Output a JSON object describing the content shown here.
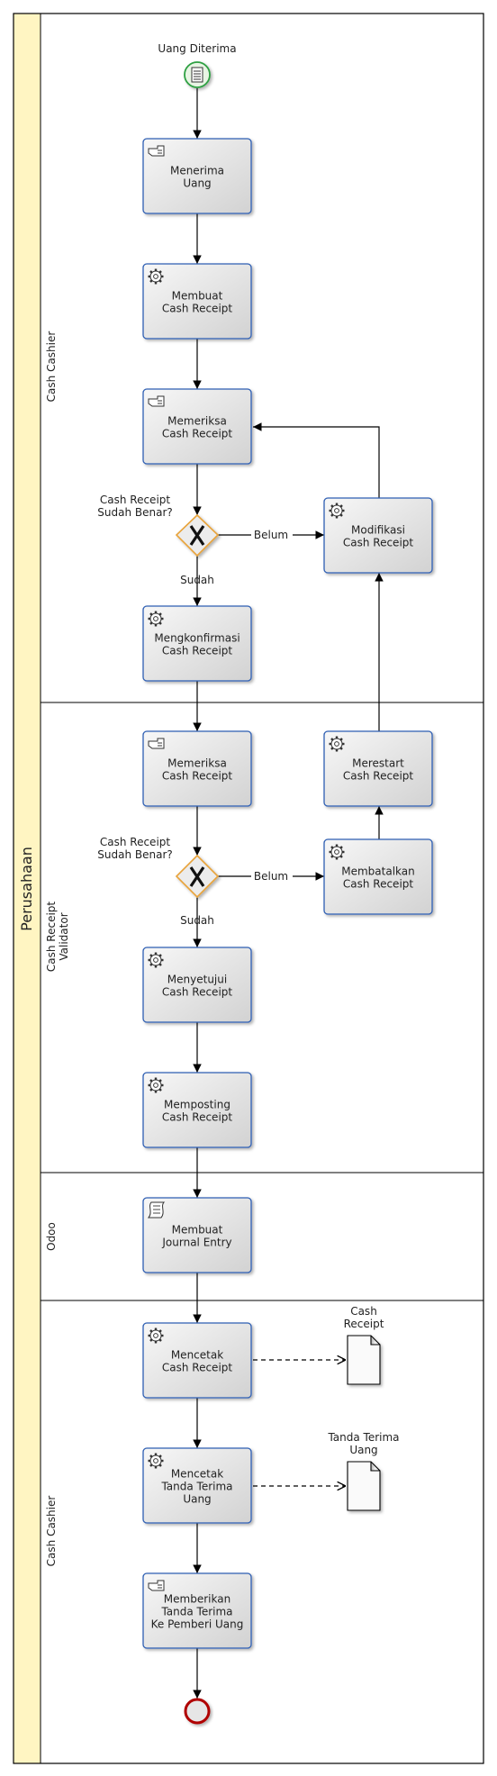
{
  "pool": {
    "title": "Perusahaan",
    "header_color": "#fff5c2"
  },
  "lanes": [
    {
      "title": "Cash Cashier"
    },
    {
      "title_line1": "Cash Receipt",
      "title_line2": "Validator"
    },
    {
      "title": "Odoo"
    },
    {
      "title": "Cash Cashier"
    }
  ],
  "start_event": {
    "label": "Uang Diterima",
    "icon": "message-catch-icon",
    "color": "#2ea043"
  },
  "end_event": {
    "icon": "end-event-icon",
    "color": "#b00000"
  },
  "tasks": {
    "t1": {
      "type": "user-task-icon",
      "lines": [
        "Menerima",
        "Uang"
      ]
    },
    "t2": {
      "type": "service-task-icon",
      "lines": [
        "Membuat",
        "Cash Receipt"
      ]
    },
    "t3": {
      "type": "user-task-icon",
      "lines": [
        "Memeriksa",
        "Cash Receipt"
      ]
    },
    "t4": {
      "type": "service-task-icon",
      "lines": [
        "Modifikasi",
        "Cash Receipt"
      ]
    },
    "t5": {
      "type": "service-task-icon",
      "lines": [
        "Mengkonfirmasi",
        "Cash Receipt"
      ]
    },
    "t6": {
      "type": "user-task-icon",
      "lines": [
        "Memeriksa",
        "Cash Receipt"
      ]
    },
    "t7": {
      "type": "service-task-icon",
      "lines": [
        "Merestart",
        "Cash Receipt"
      ]
    },
    "t8": {
      "type": "service-task-icon",
      "lines": [
        "Membatalkan",
        "Cash Receipt"
      ]
    },
    "t9": {
      "type": "service-task-icon",
      "lines": [
        "Menyetujui",
        "Cash Receipt"
      ]
    },
    "t10": {
      "type": "service-task-icon",
      "lines": [
        "Memposting",
        "Cash Receipt"
      ]
    },
    "t11": {
      "type": "script-task-icon",
      "lines": [
        "Membuat",
        "Journal Entry"
      ]
    },
    "t12": {
      "type": "service-task-icon",
      "lines": [
        "Mencetak",
        "Cash Receipt"
      ]
    },
    "t13": {
      "type": "service-task-icon",
      "lines": [
        "Mencetak",
        "Tanda Terima",
        "Uang"
      ]
    },
    "t14": {
      "type": "user-task-icon",
      "lines": [
        "Memberikan",
        "Tanda Terima",
        "Ke Pemberi Uang"
      ]
    }
  },
  "gateways": {
    "g1": {
      "question_line1": "Cash Receipt",
      "question_line2": "Sudah Benar?",
      "yes": "Sudah",
      "no": "Belum",
      "color": "#e8a33a"
    },
    "g2": {
      "question_line1": "Cash Receipt",
      "question_line2": "Sudah Benar?",
      "yes": "Sudah",
      "no": "Belum",
      "color": "#e8a33a"
    }
  },
  "data_objects": {
    "d1": {
      "line1": "Cash",
      "line2": "Receipt"
    },
    "d2": {
      "line1": "Tanda Terima",
      "line2": "Uang"
    }
  },
  "colors": {
    "task_border": "#2f5fb3",
    "task_fill_top": "#f7f7f7",
    "task_fill_bottom": "#d2d2d2"
  }
}
